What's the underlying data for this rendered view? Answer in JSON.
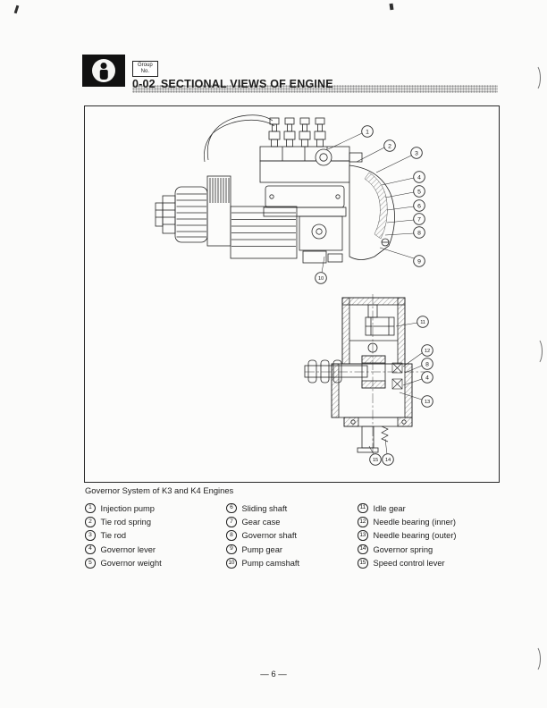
{
  "header": {
    "group_line1": "Group",
    "group_line2": "No.",
    "section_code": "0-02",
    "title": "SECTIONAL VIEWS OF ENGINE"
  },
  "figure": {
    "caption": "Governor System of K3 and K4 Engines",
    "top_callouts": [
      {
        "n": "1"
      },
      {
        "n": "2"
      },
      {
        "n": "3"
      },
      {
        "n": "4"
      },
      {
        "n": "5"
      },
      {
        "n": "6"
      },
      {
        "n": "7"
      },
      {
        "n": "8"
      },
      {
        "n": "9"
      },
      {
        "n": "10"
      }
    ],
    "bottom_callouts": [
      {
        "n": "11"
      },
      {
        "n": "12"
      },
      {
        "n": "8"
      },
      {
        "n": "4"
      },
      {
        "n": "13"
      },
      {
        "n": "15"
      },
      {
        "n": "14"
      }
    ]
  },
  "legend": {
    "columns": [
      {
        "items": [
          {
            "n": "1",
            "label": "Injection pump"
          },
          {
            "n": "2",
            "label": "Tie rod spring"
          },
          {
            "n": "3",
            "label": "Tie rod"
          },
          {
            "n": "4",
            "label": "Governor lever"
          },
          {
            "n": "5",
            "label": "Governor weight"
          }
        ]
      },
      {
        "items": [
          {
            "n": "6",
            "label": "Sliding shaft"
          },
          {
            "n": "7",
            "label": "Gear case"
          },
          {
            "n": "8",
            "label": "Governor shaft"
          },
          {
            "n": "9",
            "label": "Pump gear"
          },
          {
            "n": "10",
            "label": "Pump camshaft"
          }
        ]
      },
      {
        "items": [
          {
            "n": "11",
            "label": "Idle gear"
          },
          {
            "n": "12",
            "label": "Needle bearing (inner)"
          },
          {
            "n": "13",
            "label": "Needle bearing (outer)"
          },
          {
            "n": "14",
            "label": "Governor spring"
          },
          {
            "n": "15",
            "label": "Speed control lever"
          }
        ]
      }
    ]
  },
  "footer": {
    "page_number": "— 6 —"
  }
}
